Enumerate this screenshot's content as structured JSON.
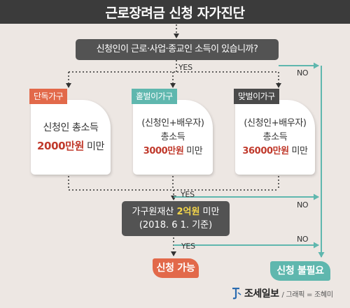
{
  "title": "근로장려금 신청 자가진단",
  "question1": "신청인이 근로·사업·종교인 소득이 있습니까?",
  "labels": {
    "yes1": "YES",
    "no1": "NO",
    "yes2": "YES",
    "no2": "NO",
    "yes3": "YES",
    "no3": "NO"
  },
  "cards": {
    "single": {
      "tag": "단독가구",
      "line1": "신청인 총소득",
      "amount": "2000만원",
      "suffix": " 미만"
    },
    "couple": {
      "tag": "홑벌이가구",
      "line1": "(신청인+배우자)",
      "line2": "총소득",
      "amount": "3000만원",
      "suffix": " 미만"
    },
    "dual": {
      "tag": "맞벌이가구",
      "line1": "(신청인+배우자)",
      "line2": "총소득",
      "amount": "36000만원",
      "suffix": " 미만"
    }
  },
  "question2": {
    "prefix": "가구원재산 ",
    "highlight": "2억원",
    "suffix": " 미만",
    "line2": "(2018. 6 1. 기준)"
  },
  "results": {
    "eligible": "신청 가능",
    "ineligible": "신청 불필요"
  },
  "footer": {
    "brand": "조세일보",
    "credit": "/ 그래픽 = 조혜미"
  },
  "colors": {
    "orange": "#e2694a",
    "teal": "#5fb7ae",
    "dark": "#535353",
    "highlight": "#f3d54a",
    "amount": "#c0392b"
  }
}
